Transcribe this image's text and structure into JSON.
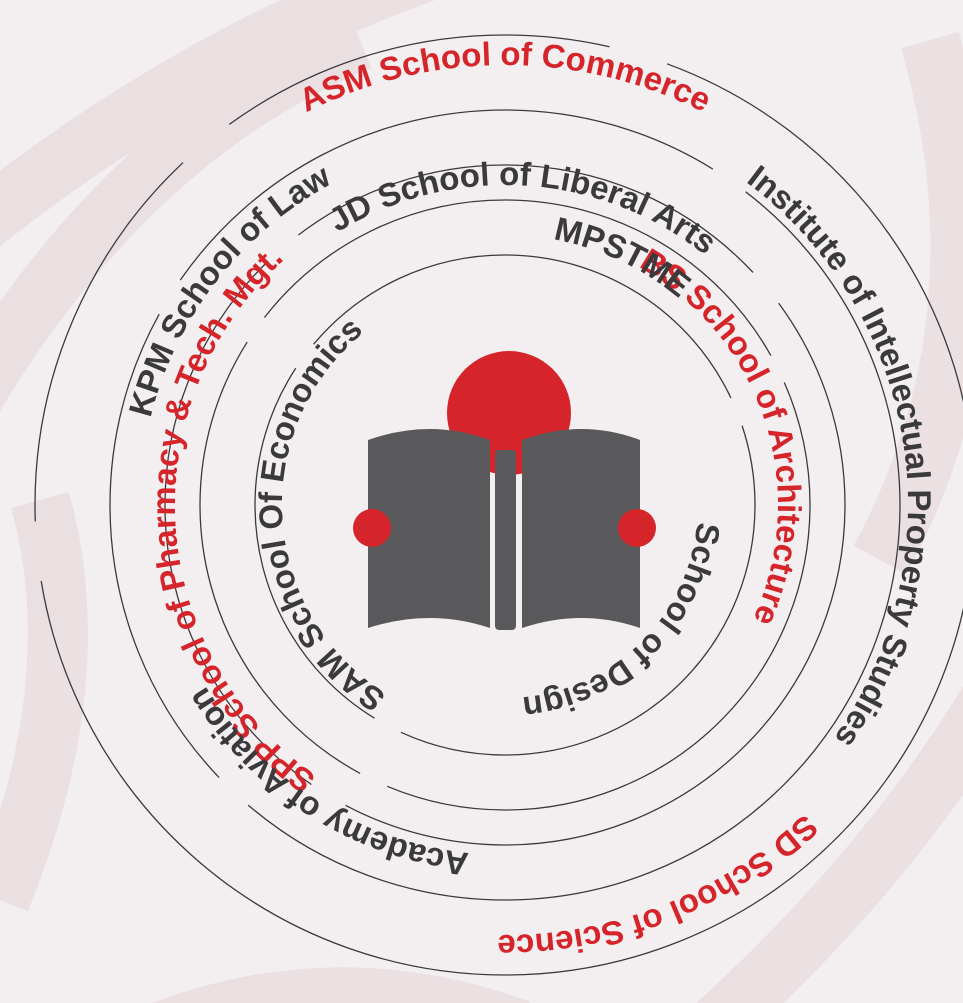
{
  "colors": {
    "background": "#f3eff0",
    "watermark": "#e7dadc",
    "red": "#d6242b",
    "dark": "#3a3a3c",
    "book": "#59595b"
  },
  "emblem": {
    "icon": "reading-person-with-open-book-icon"
  },
  "labels": {
    "asm": "ASM School of Commerce",
    "kpm_law": "KPM School of Law",
    "jd_liberal": "JD School of Liberal Arts",
    "ipr": "Institute of Intellectual Property Studies",
    "bs_arch": "BS School of Architecture",
    "mpstme": "MPSTME",
    "sam_econ": "SAM School Of Economics",
    "pharmacy": "SPP School of Pharmacy & Tech. Mgt.",
    "design": "School of Design",
    "aviation": "Academy of Aviation",
    "science": "SD School of Science"
  }
}
